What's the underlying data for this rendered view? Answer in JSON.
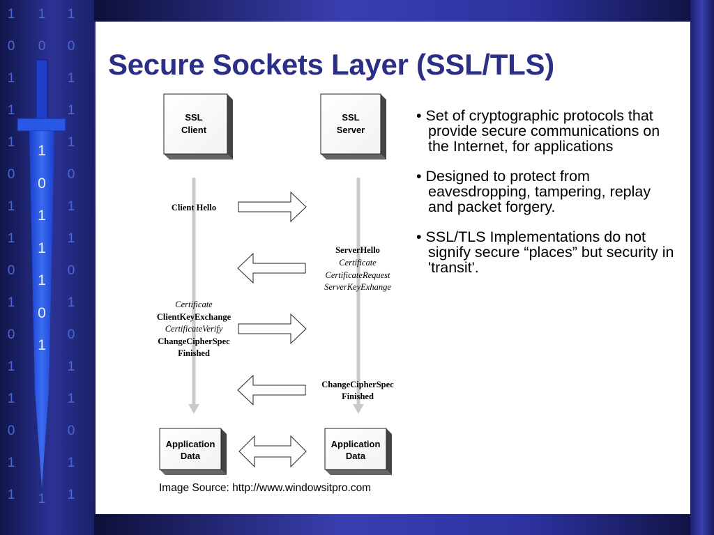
{
  "slide": {
    "title": "Secure Sockets Layer (SSL/TLS)",
    "bullets": [
      "Set of cryptographic protocols that provide secure communications on the Internet, for applications",
      "Designed to protect from eavesdropping, tampering, replay and packet forgery.",
      "SSL/TLS Implementations do not signify secure “places” but security in 'transit'."
    ],
    "image_source": "Image Source: http://www.windowsitpro.com"
  },
  "diagram": {
    "client_box": [
      "SSL",
      "Client"
    ],
    "server_box": [
      "SSL",
      "Server"
    ],
    "client_app": [
      "Application",
      "Data"
    ],
    "server_app": [
      "Application",
      "Data"
    ],
    "client_hello": "Client Hello",
    "server_hello_block": [
      "ServerHello",
      "Certificate",
      "CertificateRequest",
      "ServerKeyExhange"
    ],
    "client_key_block": [
      "Certificate",
      "ClientKeyExchange",
      "CertificateVerify",
      "ChangeCipherSpec",
      "Finished"
    ],
    "server_finish_block": [
      "ChangeCipherSpec",
      "Finished"
    ]
  },
  "decoration": {
    "binary_columns": [
      [
        "1",
        "0",
        "1",
        "1",
        "1",
        "0",
        "1",
        "1",
        "0",
        "1",
        "0",
        "1",
        "1",
        "0",
        "1",
        "1"
      ],
      [
        "1",
        "0"
      ],
      [
        "1",
        "0",
        "1",
        "1",
        "1",
        "0",
        "1",
        "1",
        "0",
        "1",
        "0",
        "1",
        "1",
        "0",
        "1",
        "1"
      ]
    ],
    "blade_digits": [
      "1",
      "0",
      "1",
      "1",
      "1",
      "0",
      "1"
    ],
    "blade_tip_digit": "1"
  },
  "colors": {
    "title": "#2b2f86",
    "background": "#1e2370",
    "binary": "#4a68d8",
    "blade": "#2d55e0"
  }
}
